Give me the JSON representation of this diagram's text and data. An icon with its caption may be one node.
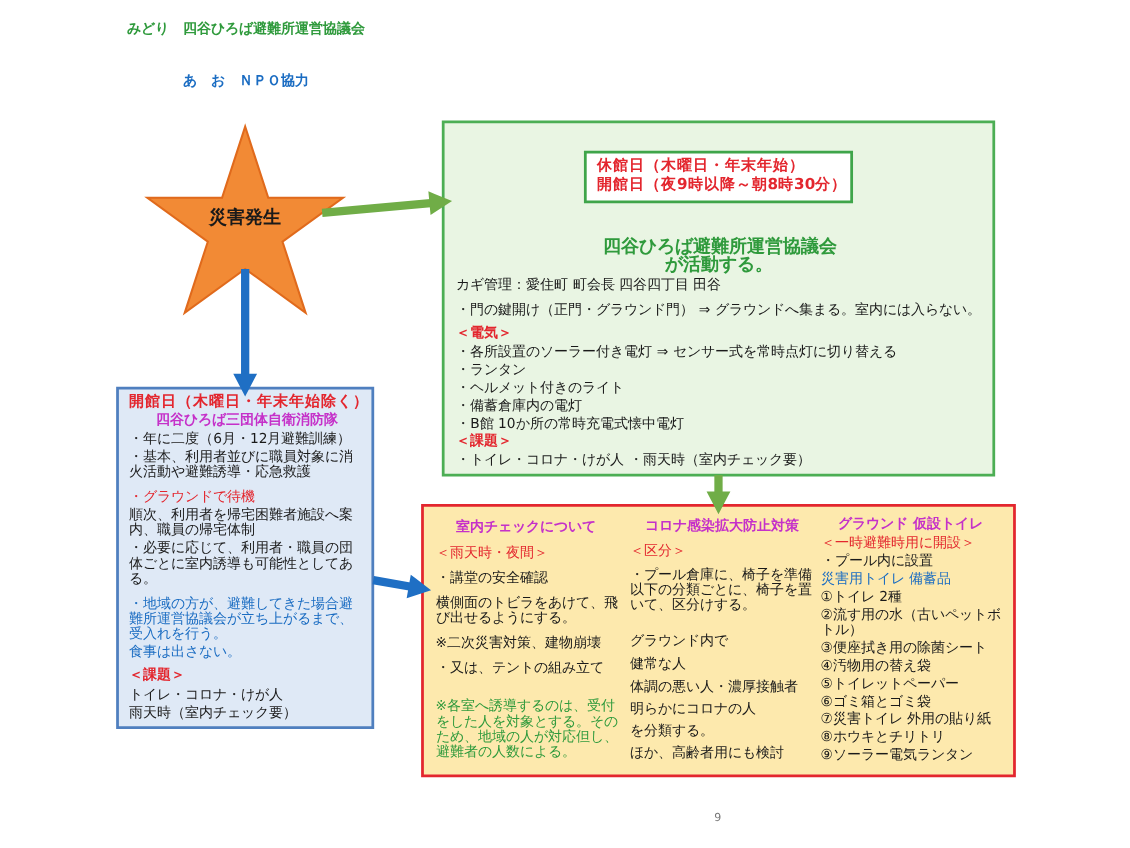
{
  "diagram": {
    "nodes": [
      {
        "text": [
          "災害発生"
        ]
      },
      {
        "text": [
          "四谷ひろば避難所運営協議会が活動する。",
          "カギ管理：愛住町 町会長 四谷四丁目 田谷",
          "・門の鍵開け（正門・グラウンド門） ⇒ グラウンドへ集まる。室内には入らない。",
          "＜電気＞",
          "・各所設置のソーラー付き電灯 ⇒ センサー式を常時点灯に切り替える",
          "・ランタン",
          "・ヘルメット付きのライト",
          "・備蓄倉庫内の電灯",
          "・B館 10か所の常時充電式懐中電灯",
          "＜課題＞",
          "・トイレ・コロナ・けが人 ・雨天時（室内チェック要）"
        ]
      },
      {
        "text": [
          "休館日（木曜日・年末年始）",
          "開館日（夜9時以降～朝8時30分）"
        ],
        "in": 1
      },
      {
        "text": [
          "開館日（木曜日・年末年始除く）",
          "四谷ひろば三団体自衛消防隊",
          "・年に二度（6月・12月避難訓練）",
          "・基本、利用者並びに職員対象に消火活動や避難誘導・応急救護",
          "・グラウンドで待機",
          "順次、利用者を帰宅困難者施設へ案内、職員の帰宅体制",
          "・必要に応じて、利用者・職員の団体ごとに室内誘導も可能性としてある。",
          "・地域の方が、避難してきた場合避難所運営協議会が立ち上がるまで、受入れを行う。",
          "食事は出さない。",
          "＜課題＞",
          "トイレ・コロナ・けが人",
          "雨天時（室内チェック要）"
        ]
      },
      {
        "text": [
          "室内チェックについて",
          "＜雨天時・夜間＞",
          "・講堂の安全確認",
          "横側面のトビラをあけて、飛び出せるようにする。",
          "※二次災害対策、建物崩壊",
          "・又は、テントの組み立て",
          "※各室へ誘導するのは、受付をした人を対象とする。そのため、地域の人が対応但し、避難者の人数による。",
          "コロナ感染拡大防止対策",
          "＜区分＞",
          "・プール倉庫に、椅子を準備以下の分類ごとに、椅子を置いて、区分けする。",
          "グラウンド内で",
          "健常な人",
          "体調の悪い人・濃厚接触者",
          "明らかにコロナの人",
          "を分類する。",
          "ほか、高齢者用にも検討",
          "グラウンド 仮設トイレ",
          "＜一時避難時用に開設＞",
          "・プール内に設置",
          "災害用トイレ 備蓄品",
          "①トイレ 2種",
          "②流す用の水（古いペットボトル）",
          "③便座拭き用の除菌シート",
          "④汚物用の替え袋",
          "⑤トイレットペーパー",
          "⑥ゴミ箱とゴミ袋",
          "⑦災害トイレ 外用の貼り紙",
          "⑧ホウキとチリトリ",
          "⑨ソーラー電気ランタン"
        ]
      }
    ],
    "edges": [
      {
        "from": 0,
        "to": 1,
        "arrow": "to",
        "color": "#70ad47"
      },
      {
        "from": 0,
        "to": 3,
        "arrow": "to",
        "color": "#1f6fc4"
      },
      {
        "from": 1,
        "to": 4,
        "arrow": "to",
        "color": "#70ad47"
      },
      {
        "from": 3,
        "to": 4,
        "arrow": "to",
        "color": "#1f6fc4"
      }
    ],
    "labels": [
      "みどり　四谷ひろば避難所運営協議会",
      "あ　お　ＮＰＯ協力",
      "9"
    ]
  }
}
